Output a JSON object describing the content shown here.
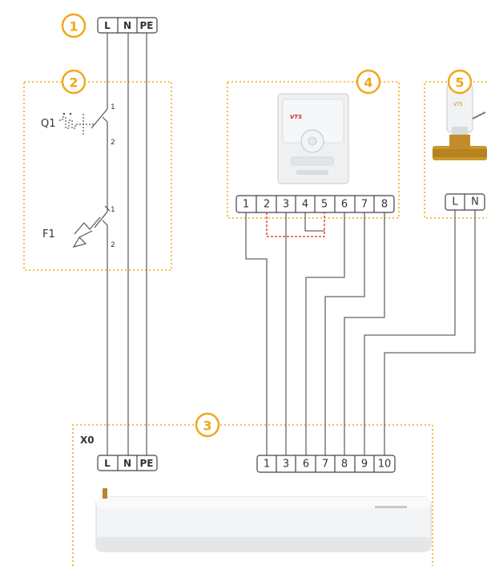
{
  "badges": {
    "b1": "1",
    "b2": "2",
    "b3": "3",
    "b4": "4",
    "b5": "5"
  },
  "supply_terminals": [
    "L",
    "N",
    "PE"
  ],
  "curtain_power_terminals": [
    "L",
    "N",
    "PE"
  ],
  "thermostat_terminals": [
    "1",
    "2",
    "3",
    "4",
    "5",
    "6",
    "7",
    "8"
  ],
  "valve_terminals": [
    "L",
    "N"
  ],
  "curtain_control_terminals": [
    "1",
    "3",
    "6",
    "7",
    "8",
    "9",
    "10"
  ],
  "breaker": {
    "label": "Q1",
    "pin_top": "1",
    "pin_bottom": "2"
  },
  "relay": {
    "label": "F1",
    "pin_top": "1",
    "pin_bottom": "2"
  },
  "x0_label": "X0",
  "thermostat_brand": "VTS",
  "valve_brand": "VTS",
  "colors": {
    "accent": "#f0a81a",
    "wire": "#666666",
    "jumper": "#d8282a"
  }
}
